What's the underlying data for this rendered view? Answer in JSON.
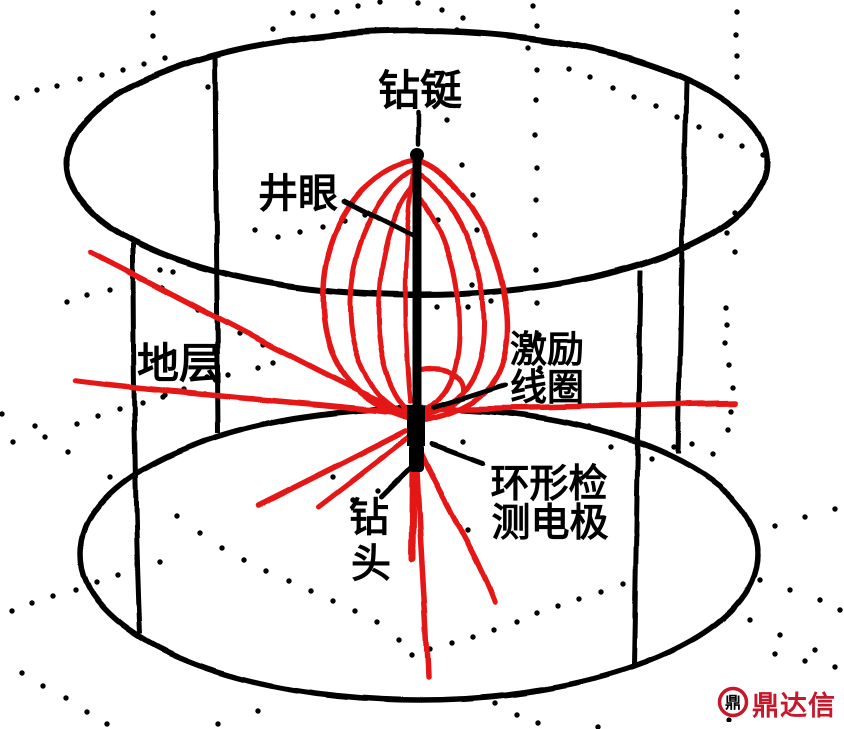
{
  "figure": {
    "labels": {
      "drill_collar": "钻铤",
      "borehole": "井眼",
      "formation": "地层",
      "excitation_coil_line1": "激励",
      "excitation_coil_line2": "线圈",
      "ring_electrode_line1": "环形检",
      "ring_electrode_line2": "测电极",
      "drill_bit_line1": "钻",
      "drill_bit_line2": "头"
    }
  },
  "watermark": {
    "brand_text": "鼎达信",
    "icon_glyph": "鼎"
  },
  "colors": {
    "ink_black": "#000000",
    "field_line_red": "#e51414",
    "brand_red": "#c5182b",
    "background": "#ffffff"
  }
}
